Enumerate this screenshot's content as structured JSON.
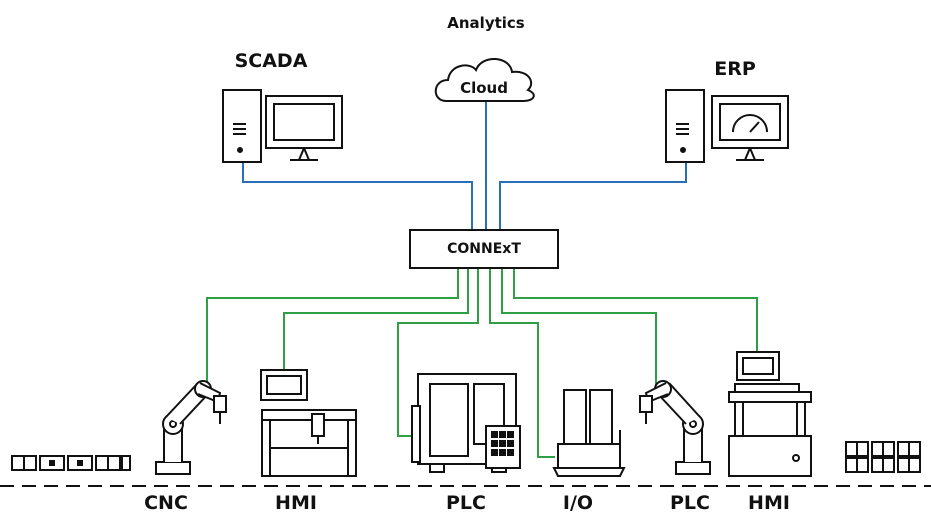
{
  "labels": {
    "analytics": "Analytics",
    "cloud": "Cloud",
    "scada": "SCADA",
    "erp": "ERP",
    "hub": "CONNExT"
  },
  "devices": [
    {
      "label": "CNC"
    },
    {
      "label": "HMI"
    },
    {
      "label": "PLC"
    },
    {
      "label": "I/O"
    },
    {
      "label": "PLC"
    },
    {
      "label": "HMI"
    }
  ],
  "colors": {
    "stroke": "#111111",
    "upper_links": "#2a6fb5",
    "lower_links": "#2ea043"
  }
}
